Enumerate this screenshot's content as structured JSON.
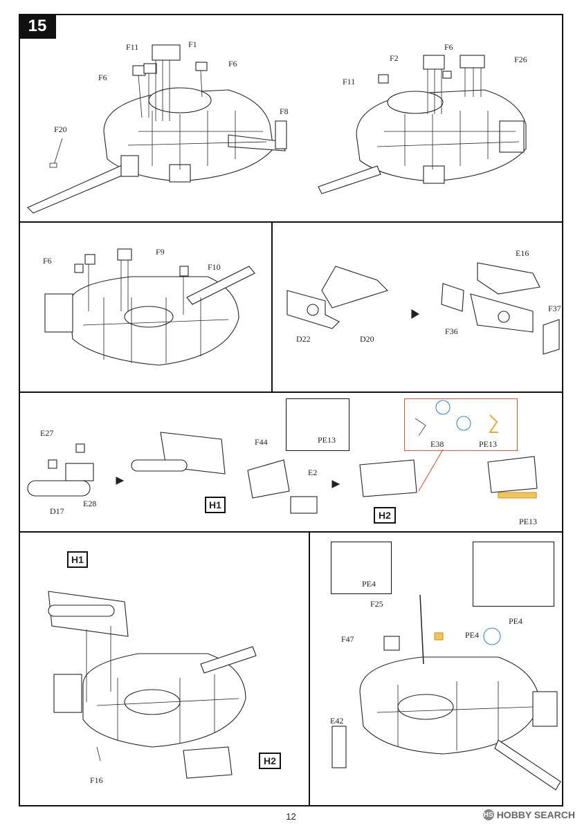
{
  "step": {
    "number": "15"
  },
  "panels": {
    "top_left": {
      "labels": [
        "F11",
        "F1",
        "F6",
        "F6",
        "F20",
        "F8"
      ]
    },
    "top_right": {
      "labels": [
        "F2",
        "F6",
        "F26",
        "F11"
      ]
    },
    "mid_left": {
      "labels": [
        "F6",
        "F9",
        "F10"
      ]
    },
    "mid_right": {
      "labels": [
        "E16",
        "F37",
        "F36",
        "D22",
        "D20"
      ]
    },
    "row3": {
      "labels": [
        "E27",
        "D17",
        "E28",
        "F44",
        "E2",
        "E38",
        "PE13",
        "PE13",
        "PE13"
      ],
      "sub_h1": "H1",
      "sub_h2": "H2"
    },
    "bottom_left": {
      "labels": [
        "F16"
      ],
      "ref_h1": "H1",
      "ref_h2": "H2"
    },
    "bottom_right": {
      "labels": [
        "PE4",
        "F25",
        "F47",
        "PE4",
        "PE4",
        "E42"
      ]
    }
  },
  "footer": {
    "page": "12",
    "watermark": "HOBBY SEARCH",
    "watermark_logo": "HS"
  }
}
